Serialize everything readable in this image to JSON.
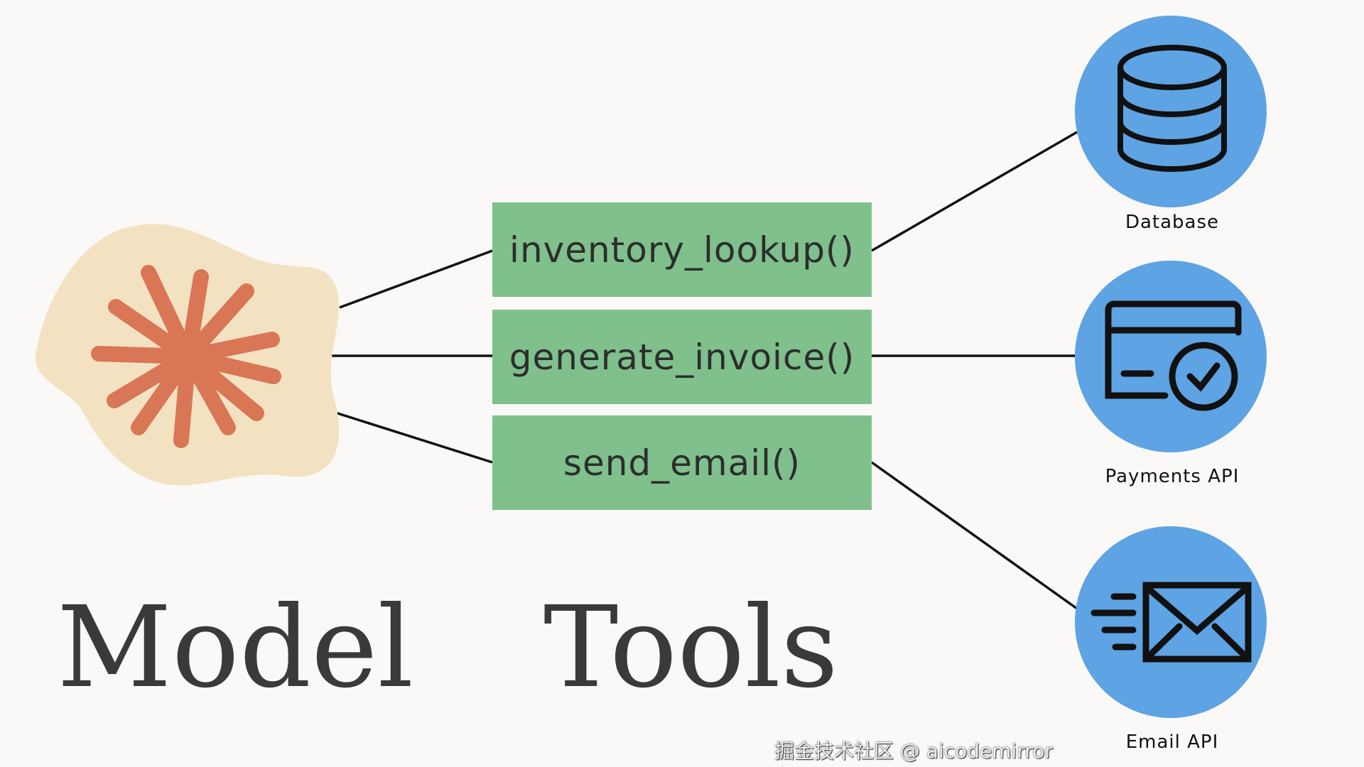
{
  "model": {
    "title": "Model"
  },
  "tools": {
    "title": "Tools",
    "items": [
      "inventory_lookup()",
      "generate_invoice()",
      "send_email()"
    ]
  },
  "services": [
    {
      "label": "Database",
      "icon": "database-icon"
    },
    {
      "label": "Payments API",
      "icon": "credit-card-check-icon"
    },
    {
      "label": "Email API",
      "icon": "email-send-icon"
    }
  ],
  "watermark": "掘金技术社区 @ aicodemirror",
  "colors": {
    "tool_box": "#7fc08c",
    "service_circle": "#5ea3e3",
    "model_blob": "#f3e2c1",
    "model_star": "#d97656"
  }
}
